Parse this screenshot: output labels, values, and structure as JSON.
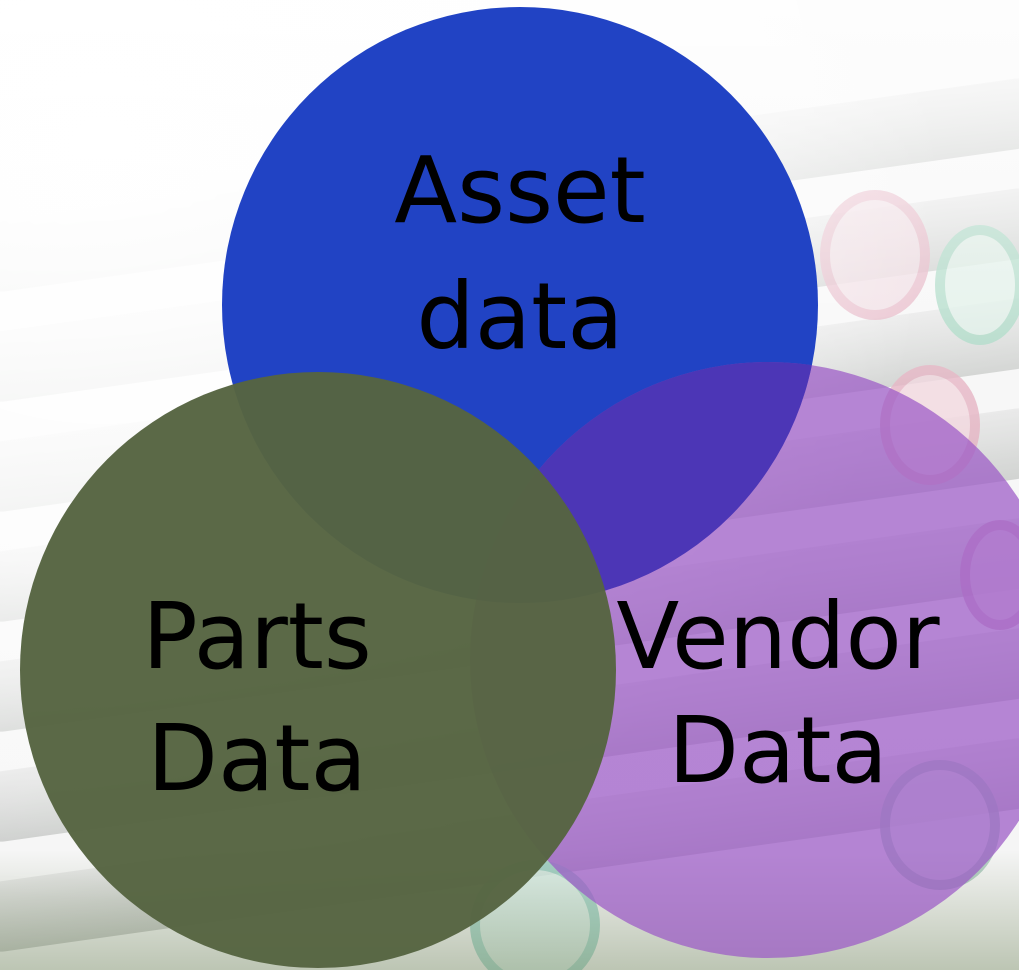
{
  "diagram": {
    "type": "venn",
    "sets": [
      {
        "id": "asset",
        "label_lines": [
          "Asset",
          "data"
        ],
        "color": "#1a3dc2"
      },
      {
        "id": "vendor",
        "label_lines": [
          "Vendor",
          "Data"
        ],
        "color": "#9b59c6"
      },
      {
        "id": "parts",
        "label_lines": [
          "Parts",
          "Data"
        ],
        "color": "#566441"
      }
    ],
    "overlap_color": "#4a35b5"
  }
}
